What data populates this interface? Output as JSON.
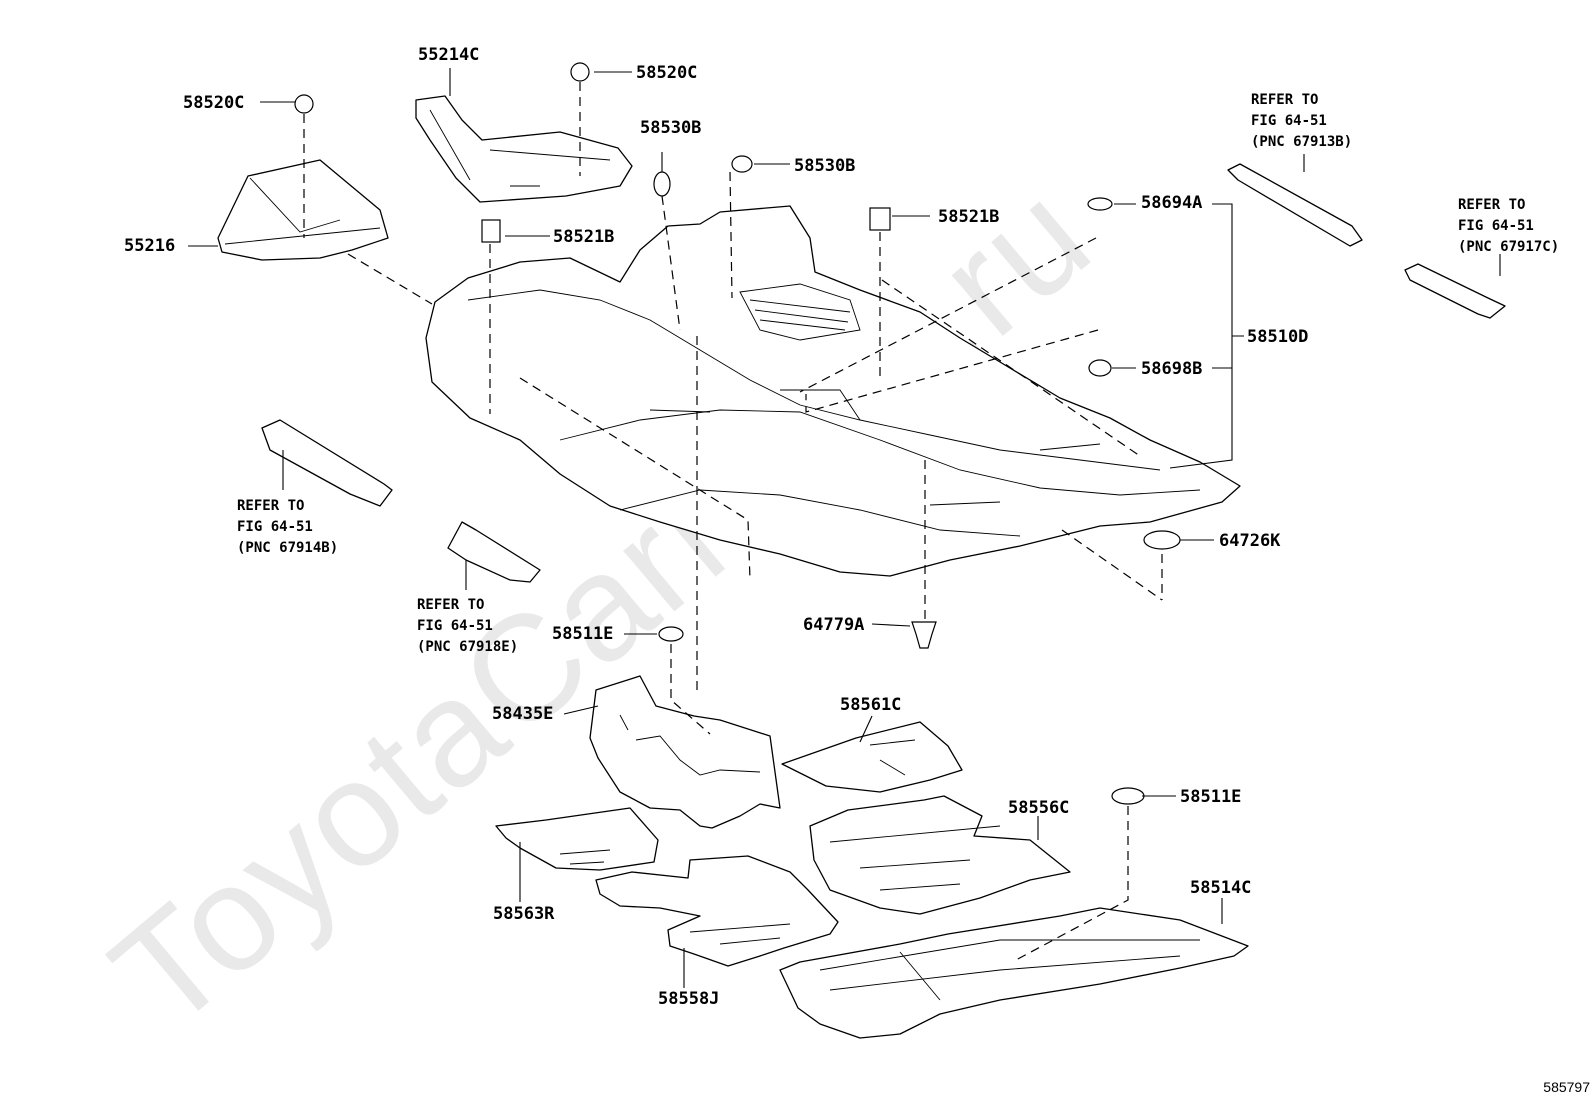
{
  "watermark": "ToyotaCarMine.ru",
  "figure_number": "585797",
  "part_labels": {
    "p55214C": "55214C",
    "p58520C_top": "58520C",
    "p58520C_left": "58520C",
    "p58530B_a": "58530B",
    "p58530B_b": "58530B",
    "p58521B_left": "58521B",
    "p58521B_right": "58521B",
    "p58694A": "58694A",
    "p58510D": "58510D",
    "p58698B": "58698B",
    "p55216": "55216",
    "p64726K": "64726K",
    "p64779A": "64779A",
    "p58511E_a": "58511E",
    "p58511E_b": "58511E",
    "p58435E": "58435E",
    "p58561C": "58561C",
    "p58556C": "58556C",
    "p58514C": "58514C",
    "p58563R": "58563R",
    "p58558J": "58558J"
  },
  "refer_notes": {
    "r67913B": "REFER TO\nFIG 64-51\n(PNC 67913B)",
    "r67917C": "REFER TO\nFIG 64-51\n(PNC 67917C)",
    "r67914B": "REFER TO\nFIG 64-51\n(PNC 67914B)",
    "r67918E": "REFER TO\nFIG 64-51\n(PNC 67918E)"
  }
}
